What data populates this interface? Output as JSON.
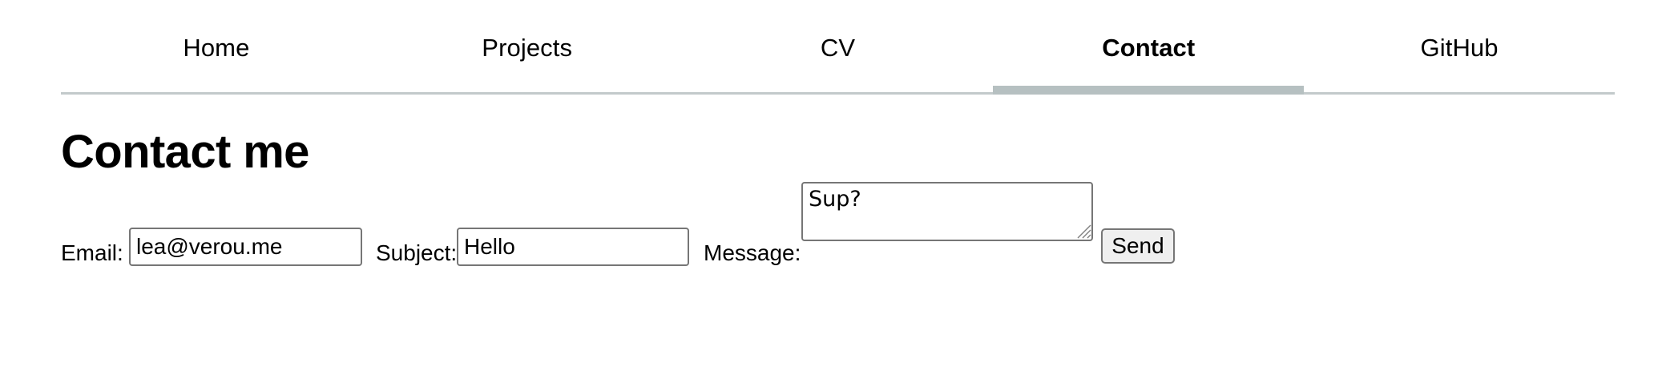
{
  "nav": {
    "items": [
      {
        "label": "Home",
        "name": "nav-item-home",
        "active": false
      },
      {
        "label": "Projects",
        "name": "nav-item-projects",
        "active": false
      },
      {
        "label": "CV",
        "name": "nav-item-cv",
        "active": false
      },
      {
        "label": "Contact",
        "name": "nav-item-contact",
        "active": true
      },
      {
        "label": "GitHub",
        "name": "nav-item-github",
        "active": false
      }
    ],
    "active_label": "Contact",
    "border_color": "#c3cacb",
    "active_indicator_color": "#b6c0c1"
  },
  "page": {
    "title": "Contact me",
    "background_color": "#ffffff",
    "text_color": "#000000"
  },
  "form": {
    "email": {
      "label": "Email:",
      "value": "lea@verou.me",
      "placeholder": ""
    },
    "subject": {
      "label": "Subject:",
      "value": "Hello",
      "placeholder": ""
    },
    "message": {
      "label": "Message:",
      "value": "Sup?",
      "placeholder": ""
    },
    "send": {
      "label": "Send"
    },
    "field_border_color": "#767676",
    "button_background_color": "#efefef"
  }
}
